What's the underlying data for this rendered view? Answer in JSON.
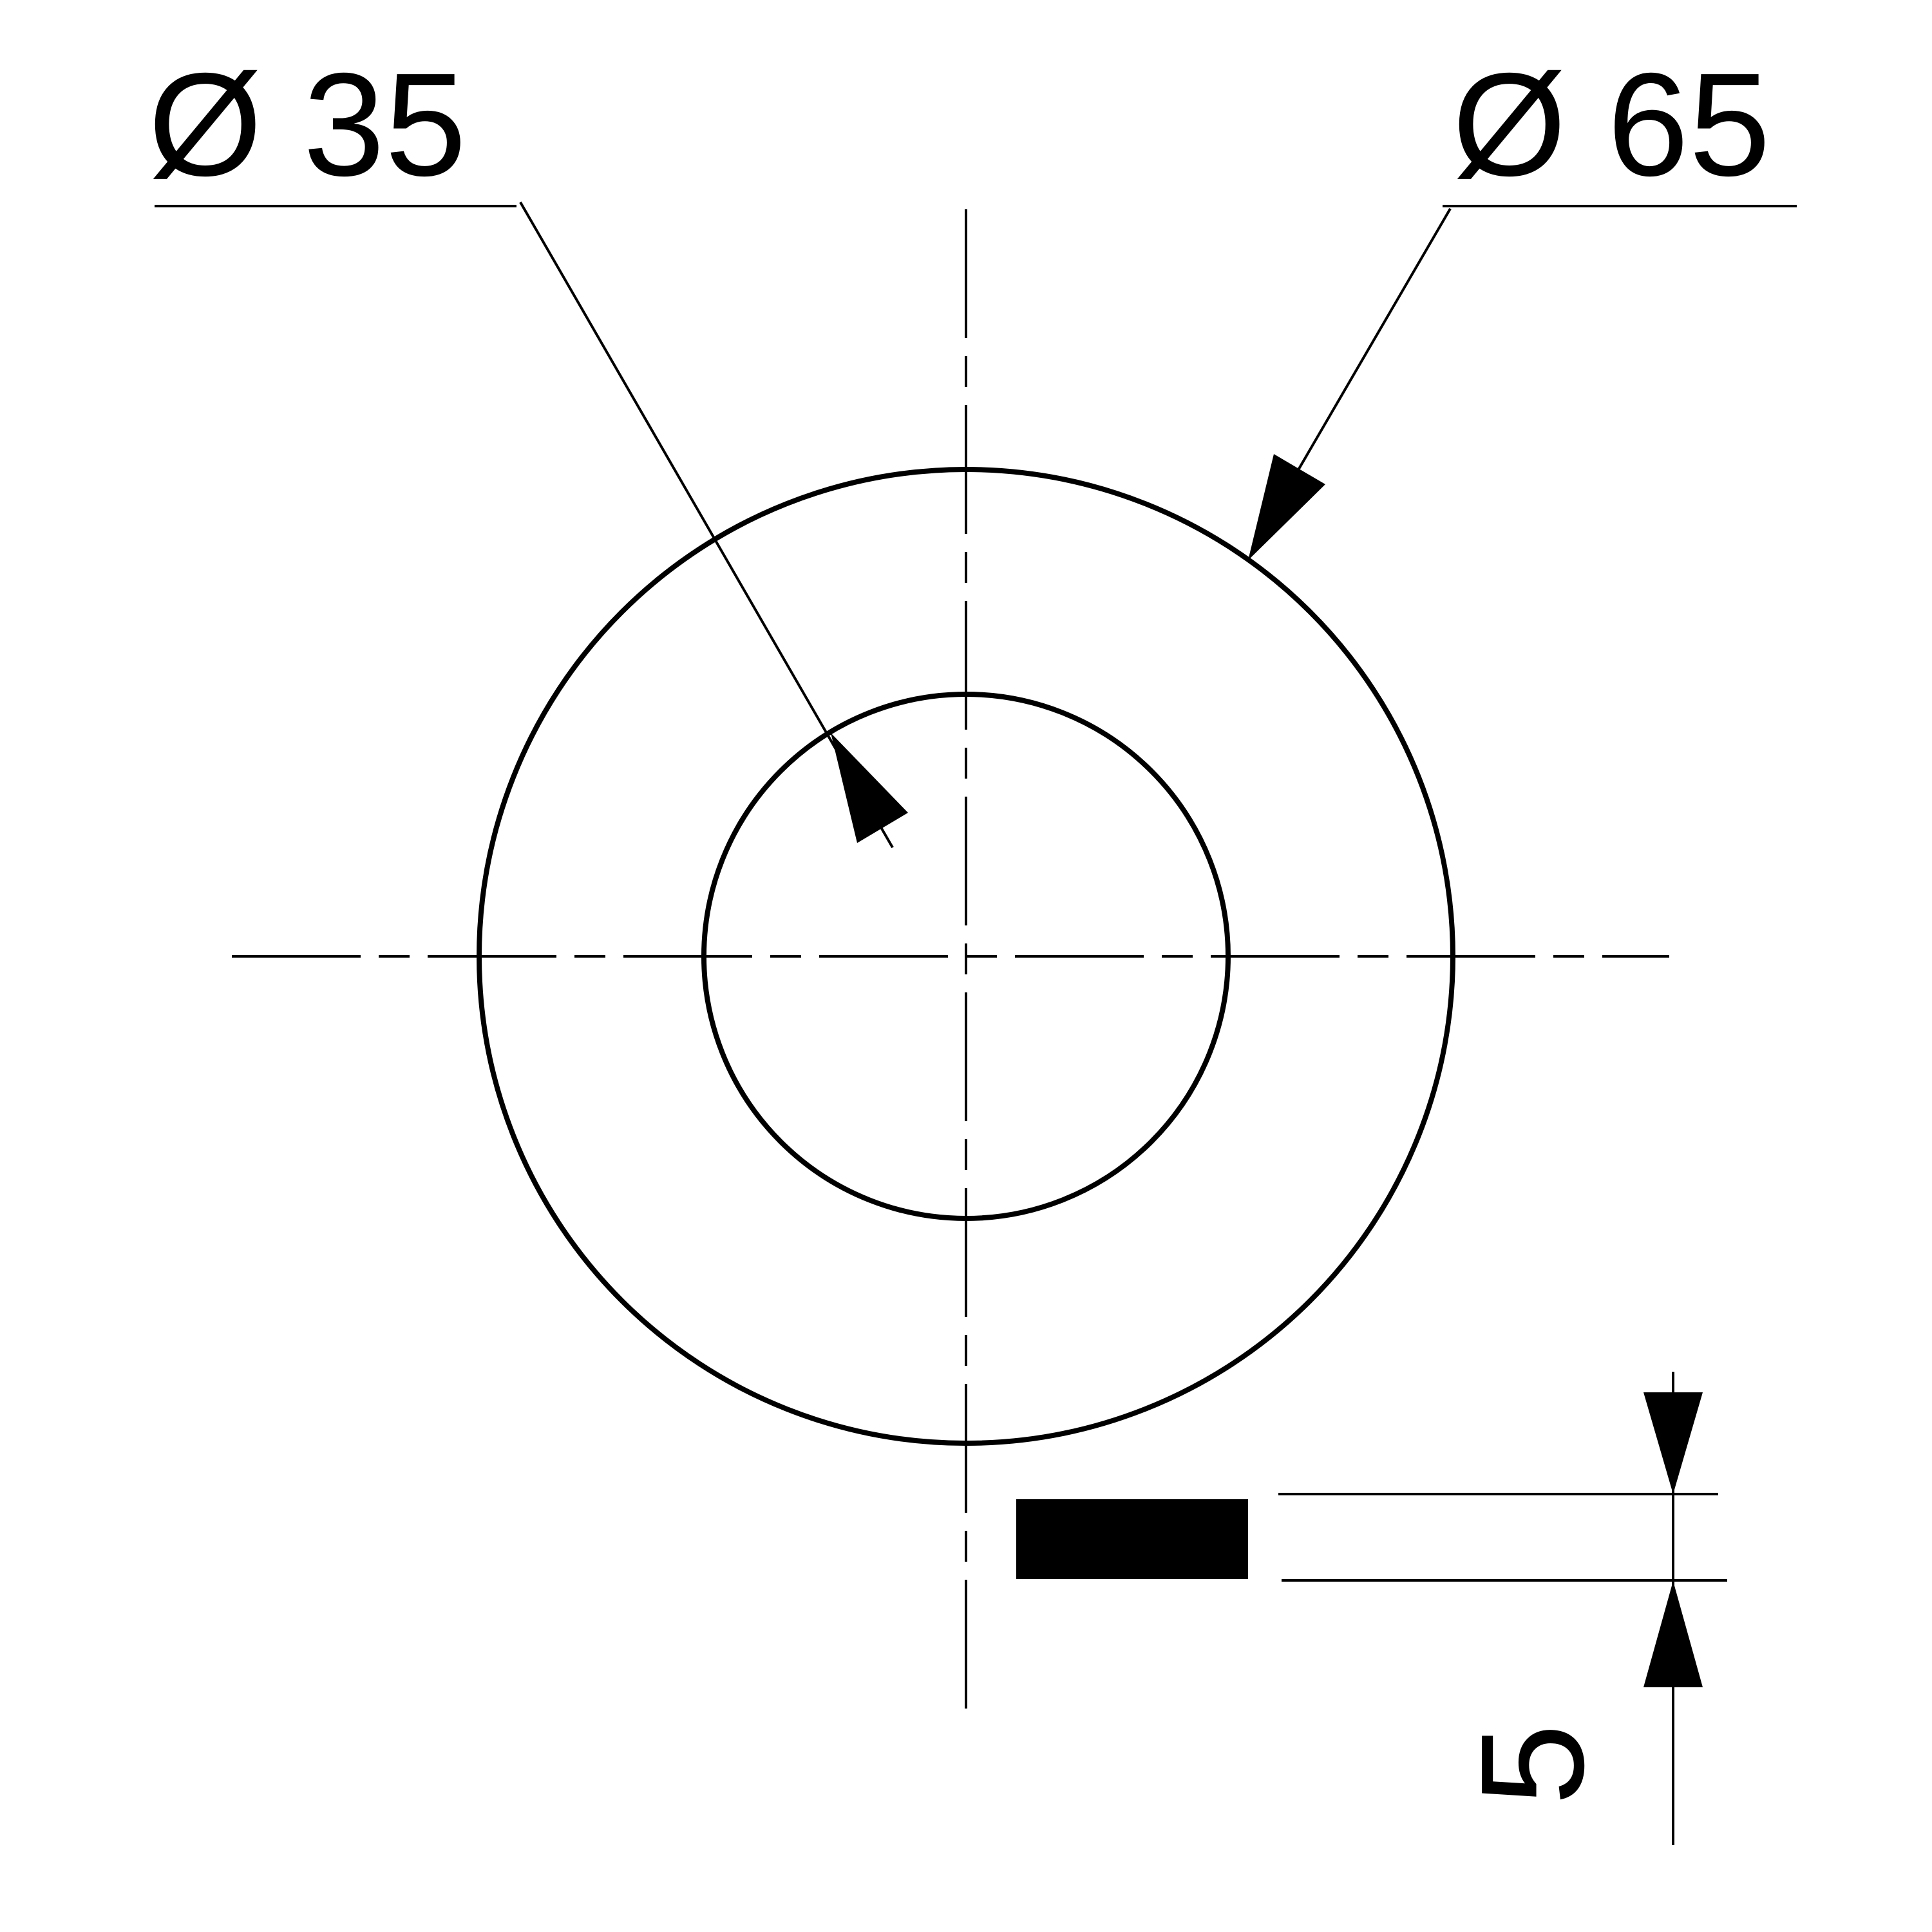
{
  "drawing": {
    "outer_diameter_label": "Ø 65",
    "inner_diameter_label": "Ø 35",
    "thickness_label": "5"
  },
  "colors": {
    "line": "#000000",
    "background": "#ffffff"
  }
}
